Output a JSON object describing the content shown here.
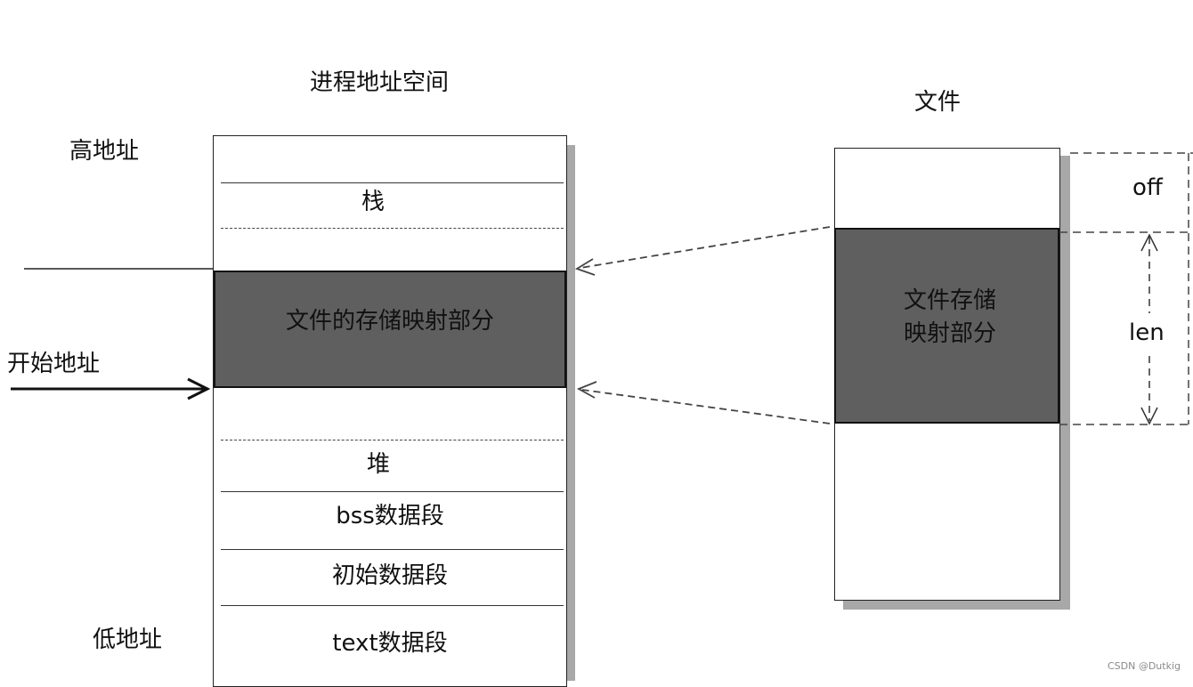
{
  "process_space": {
    "title": "进程地址空间",
    "high_addr": "高地址",
    "low_addr": "低地址",
    "start_addr": "开始地址",
    "stack": "栈",
    "mapped": "文件的存储映射部分",
    "heap": "堆",
    "bss": "bss数据段",
    "init_data": "初始数据段",
    "text": "text数据段"
  },
  "file": {
    "title": "文件",
    "mapped_line1": "文件存储",
    "mapped_line2": "映射部分",
    "off": "off",
    "len": "len"
  },
  "colors": {
    "mapped_fill": "#5f5f5f",
    "shadow": "#a8a8a8",
    "border": "#222222"
  },
  "watermark": "CSDN @Dutkig"
}
